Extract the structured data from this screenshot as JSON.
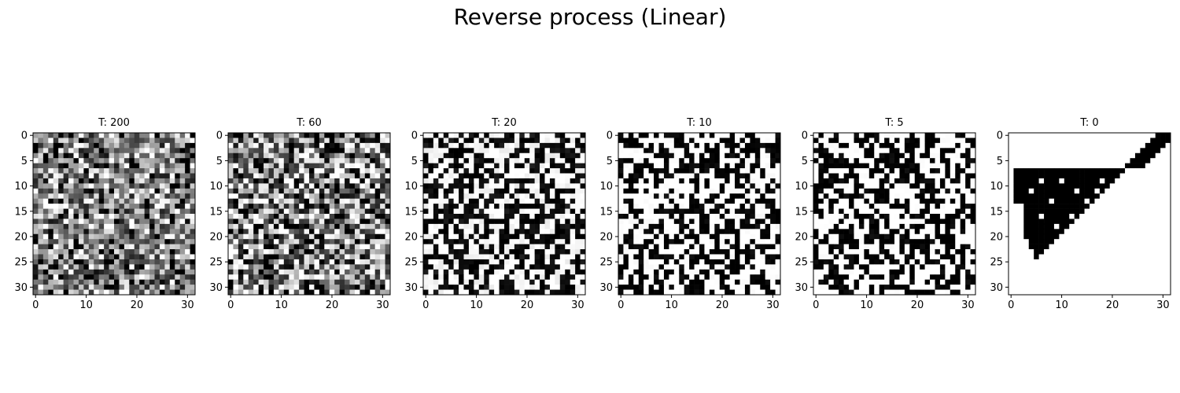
{
  "figure": {
    "suptitle": "Reverse process (Linear)"
  },
  "chart_data": {
    "type": "heatmap",
    "colormap": "gray",
    "image_shape": [
      32,
      32
    ],
    "xlim": [
      -0.5,
      31.5
    ],
    "ylim": [
      31.5,
      -0.5
    ],
    "x_ticks": [
      0,
      10,
      20,
      30
    ],
    "y_ticks": [
      0,
      5,
      10,
      15,
      20,
      25,
      30
    ],
    "panels": [
      {
        "title": "T: 200",
        "noise_level": 0.95,
        "contrast": 0.35
      },
      {
        "title": "T: 60",
        "noise_level": 0.55,
        "contrast": 0.7
      },
      {
        "title": "T: 20",
        "noise_level": 0.12,
        "contrast": 0.95
      },
      {
        "title": "T: 10",
        "noise_level": 0.06,
        "contrast": 1.0
      },
      {
        "title": "T: 5",
        "noise_level": 0.04,
        "contrast": 1.0
      },
      {
        "title": "T: 0",
        "noise_level": 0.0,
        "contrast": 1.0
      }
    ]
  }
}
